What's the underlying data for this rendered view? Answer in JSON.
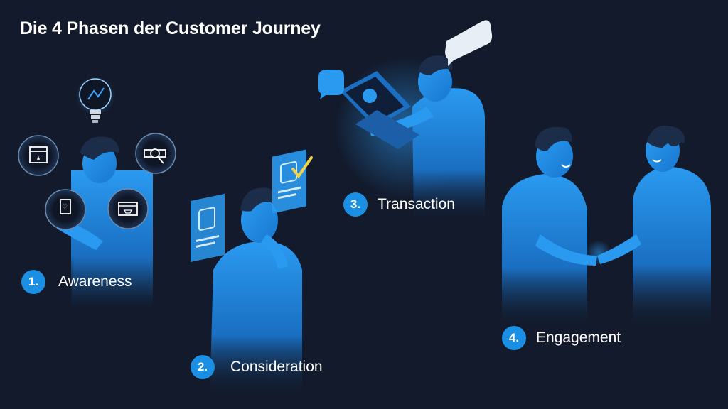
{
  "title": "Die 4 Phasen der Customer Journey",
  "phases": [
    {
      "number": "1.",
      "label": "Awareness"
    },
    {
      "number": "2.",
      "label": "Consideration"
    },
    {
      "number": "3.",
      "label": "Transaction"
    },
    {
      "number": "4.",
      "label": "Engagement"
    }
  ],
  "colors": {
    "background": "#121a2b",
    "accent": "#1a8fe3",
    "figure": "#1e7fd6",
    "hair": "#1c2d4a",
    "check": "#f2d24a"
  }
}
